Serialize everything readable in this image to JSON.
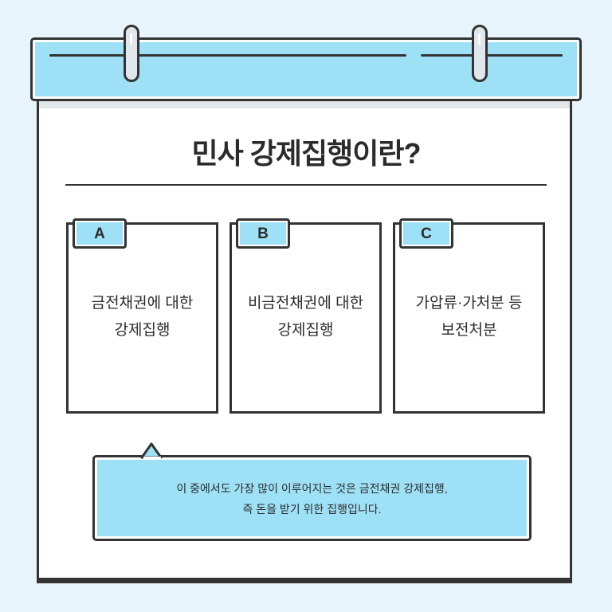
{
  "title": "민사 강제집행이란?",
  "cards": [
    {
      "tab": "A",
      "line1": "금전채권에 대한",
      "line2": "강제집행"
    },
    {
      "tab": "B",
      "line1": "비금전채권에 대한",
      "line2": "강제집행"
    },
    {
      "tab": "C",
      "line1": "가압류·가처분 등",
      "line2": "보전처분"
    }
  ],
  "callout": {
    "line1": "이 중에서도 가장 많이 이루어지는 것은 금전채권 강제집행,",
    "line2": "즉 돈을 받기 위한 집행입니다."
  },
  "colors": {
    "accent": "#9ee1f7",
    "outline": "#333333",
    "background": "#e8f4fc"
  }
}
